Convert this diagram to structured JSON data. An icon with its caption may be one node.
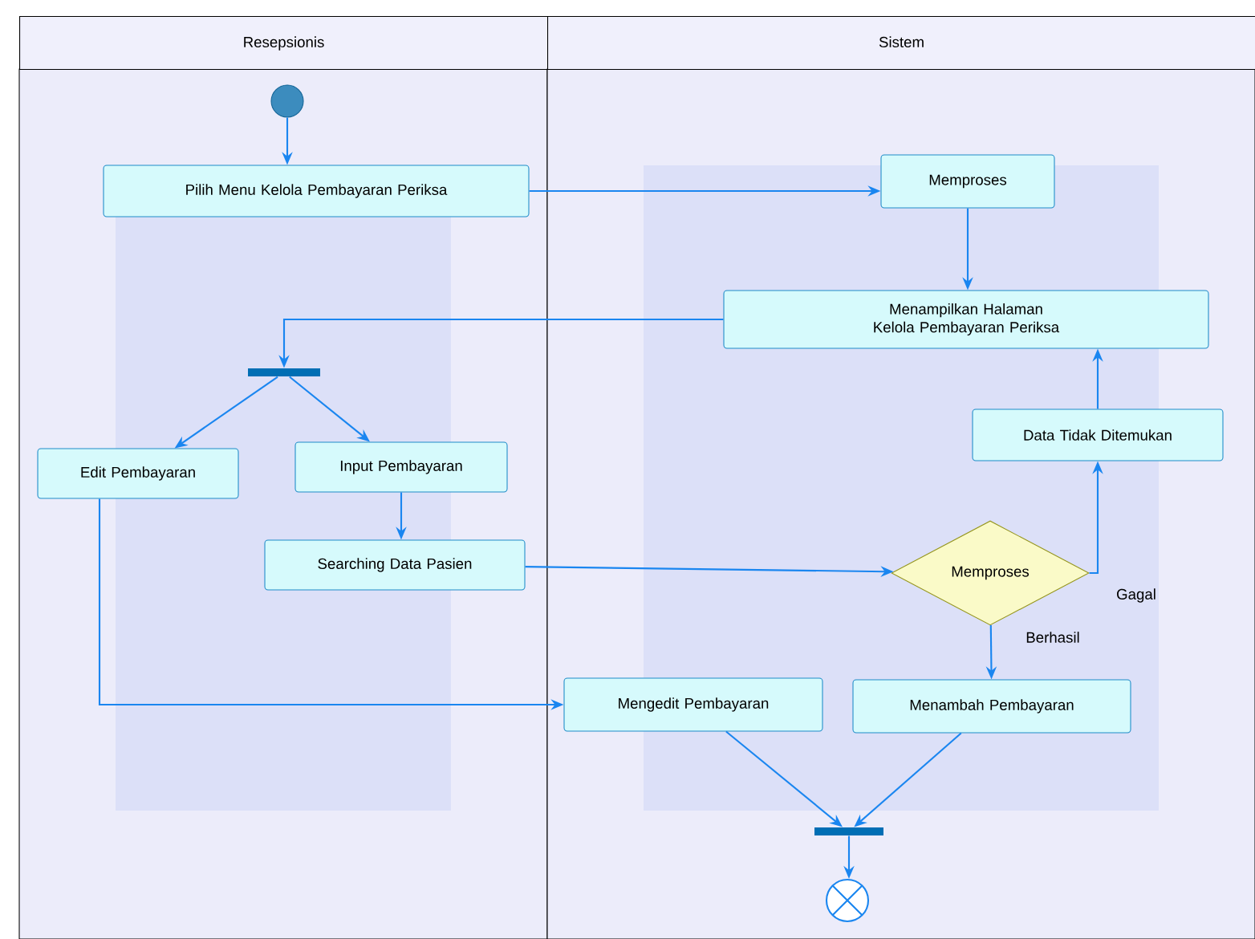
{
  "diagram": {
    "nodes": [
      {
        "text": [
          "Resepsionis"
        ]
      },
      {
        "text": [
          "Sistem"
        ]
      },
      {
        "text": [],
        "shape": "circle",
        "in": 0
      },
      {
        "text": [
          "Pilih Menu Kelola Pembayaran Periksa"
        ],
        "in": 0
      },
      {
        "text": [
          "Memproses"
        ],
        "in": 1
      },
      {
        "text": [
          "Menampilkan Halaman Kelola Pembayaran Periksa"
        ],
        "in": 1
      },
      {
        "text": [],
        "shape": "bar",
        "in": 0
      },
      {
        "text": [
          "Edit Pembayaran"
        ],
        "in": 0
      },
      {
        "text": [
          "Input Pembayaran"
        ],
        "in": 0
      },
      {
        "text": [
          "Data Tidak Ditemukan"
        ],
        "in": 1
      },
      {
        "text": [
          "Searching Data Pasien"
        ],
        "in": 0
      },
      {
        "text": [
          "Memproses"
        ],
        "in": 1
      },
      {
        "text": [
          "Mengedit Pembayaran"
        ],
        "in": 1
      },
      {
        "text": [
          "Menambah Pembayaran"
        ],
        "in": 1
      },
      {
        "text": [],
        "shape": "bar",
        "in": 1
      },
      {
        "text": [],
        "shape": "circle",
        "in": 1
      }
    ],
    "edges": [
      {
        "from": 2,
        "to": 3,
        "arrow": "to"
      },
      {
        "from": 3,
        "to": 4,
        "arrow": "to"
      },
      {
        "from": 4,
        "to": 5,
        "arrow": "to"
      },
      {
        "from": 5,
        "to": 6,
        "arrow": "to"
      },
      {
        "from": 6,
        "to": 7,
        "arrow": "to"
      },
      {
        "from": 6,
        "to": 8,
        "arrow": "to"
      },
      {
        "from": 8,
        "to": 10,
        "arrow": "to"
      },
      {
        "from": 10,
        "to": 11,
        "arrow": "to"
      },
      {
        "from": 11,
        "to": 9,
        "arrow": "to",
        "label": "Gagal"
      },
      {
        "from": 9,
        "to": 5,
        "arrow": "to"
      },
      {
        "from": 11,
        "to": 13,
        "arrow": "to",
        "label": "Berhasil"
      },
      {
        "from": 7,
        "to": 12,
        "arrow": "to"
      },
      {
        "from": 12,
        "to": 14,
        "arrow": "to"
      },
      {
        "from": 13,
        "to": 14,
        "arrow": "to"
      },
      {
        "from": 14,
        "to": 15,
        "arrow": "to"
      }
    ]
  }
}
